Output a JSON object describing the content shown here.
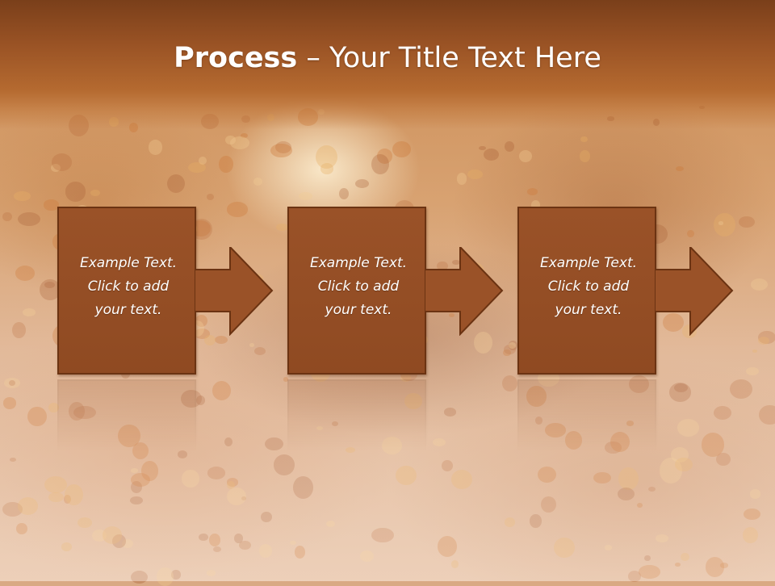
{
  "slide": {
    "title_bold": "Process",
    "title_rest": " – Your Title Text Here"
  },
  "steps": [
    {
      "line1": "Example Text.",
      "line2": "Click  to add",
      "line3": "your text."
    },
    {
      "line1": "Example Text.",
      "line2": "Click  to add",
      "line3": "your text."
    },
    {
      "line1": "Example Text.",
      "line2": "Click  to add",
      "line3": "your text."
    }
  ],
  "colors": {
    "box_fill": "#9a5228",
    "box_border": "#6b3312",
    "title_bar": "#9a5325",
    "title_text": "#ffffff"
  },
  "icons": {
    "connector": "right-arrow-icon"
  }
}
